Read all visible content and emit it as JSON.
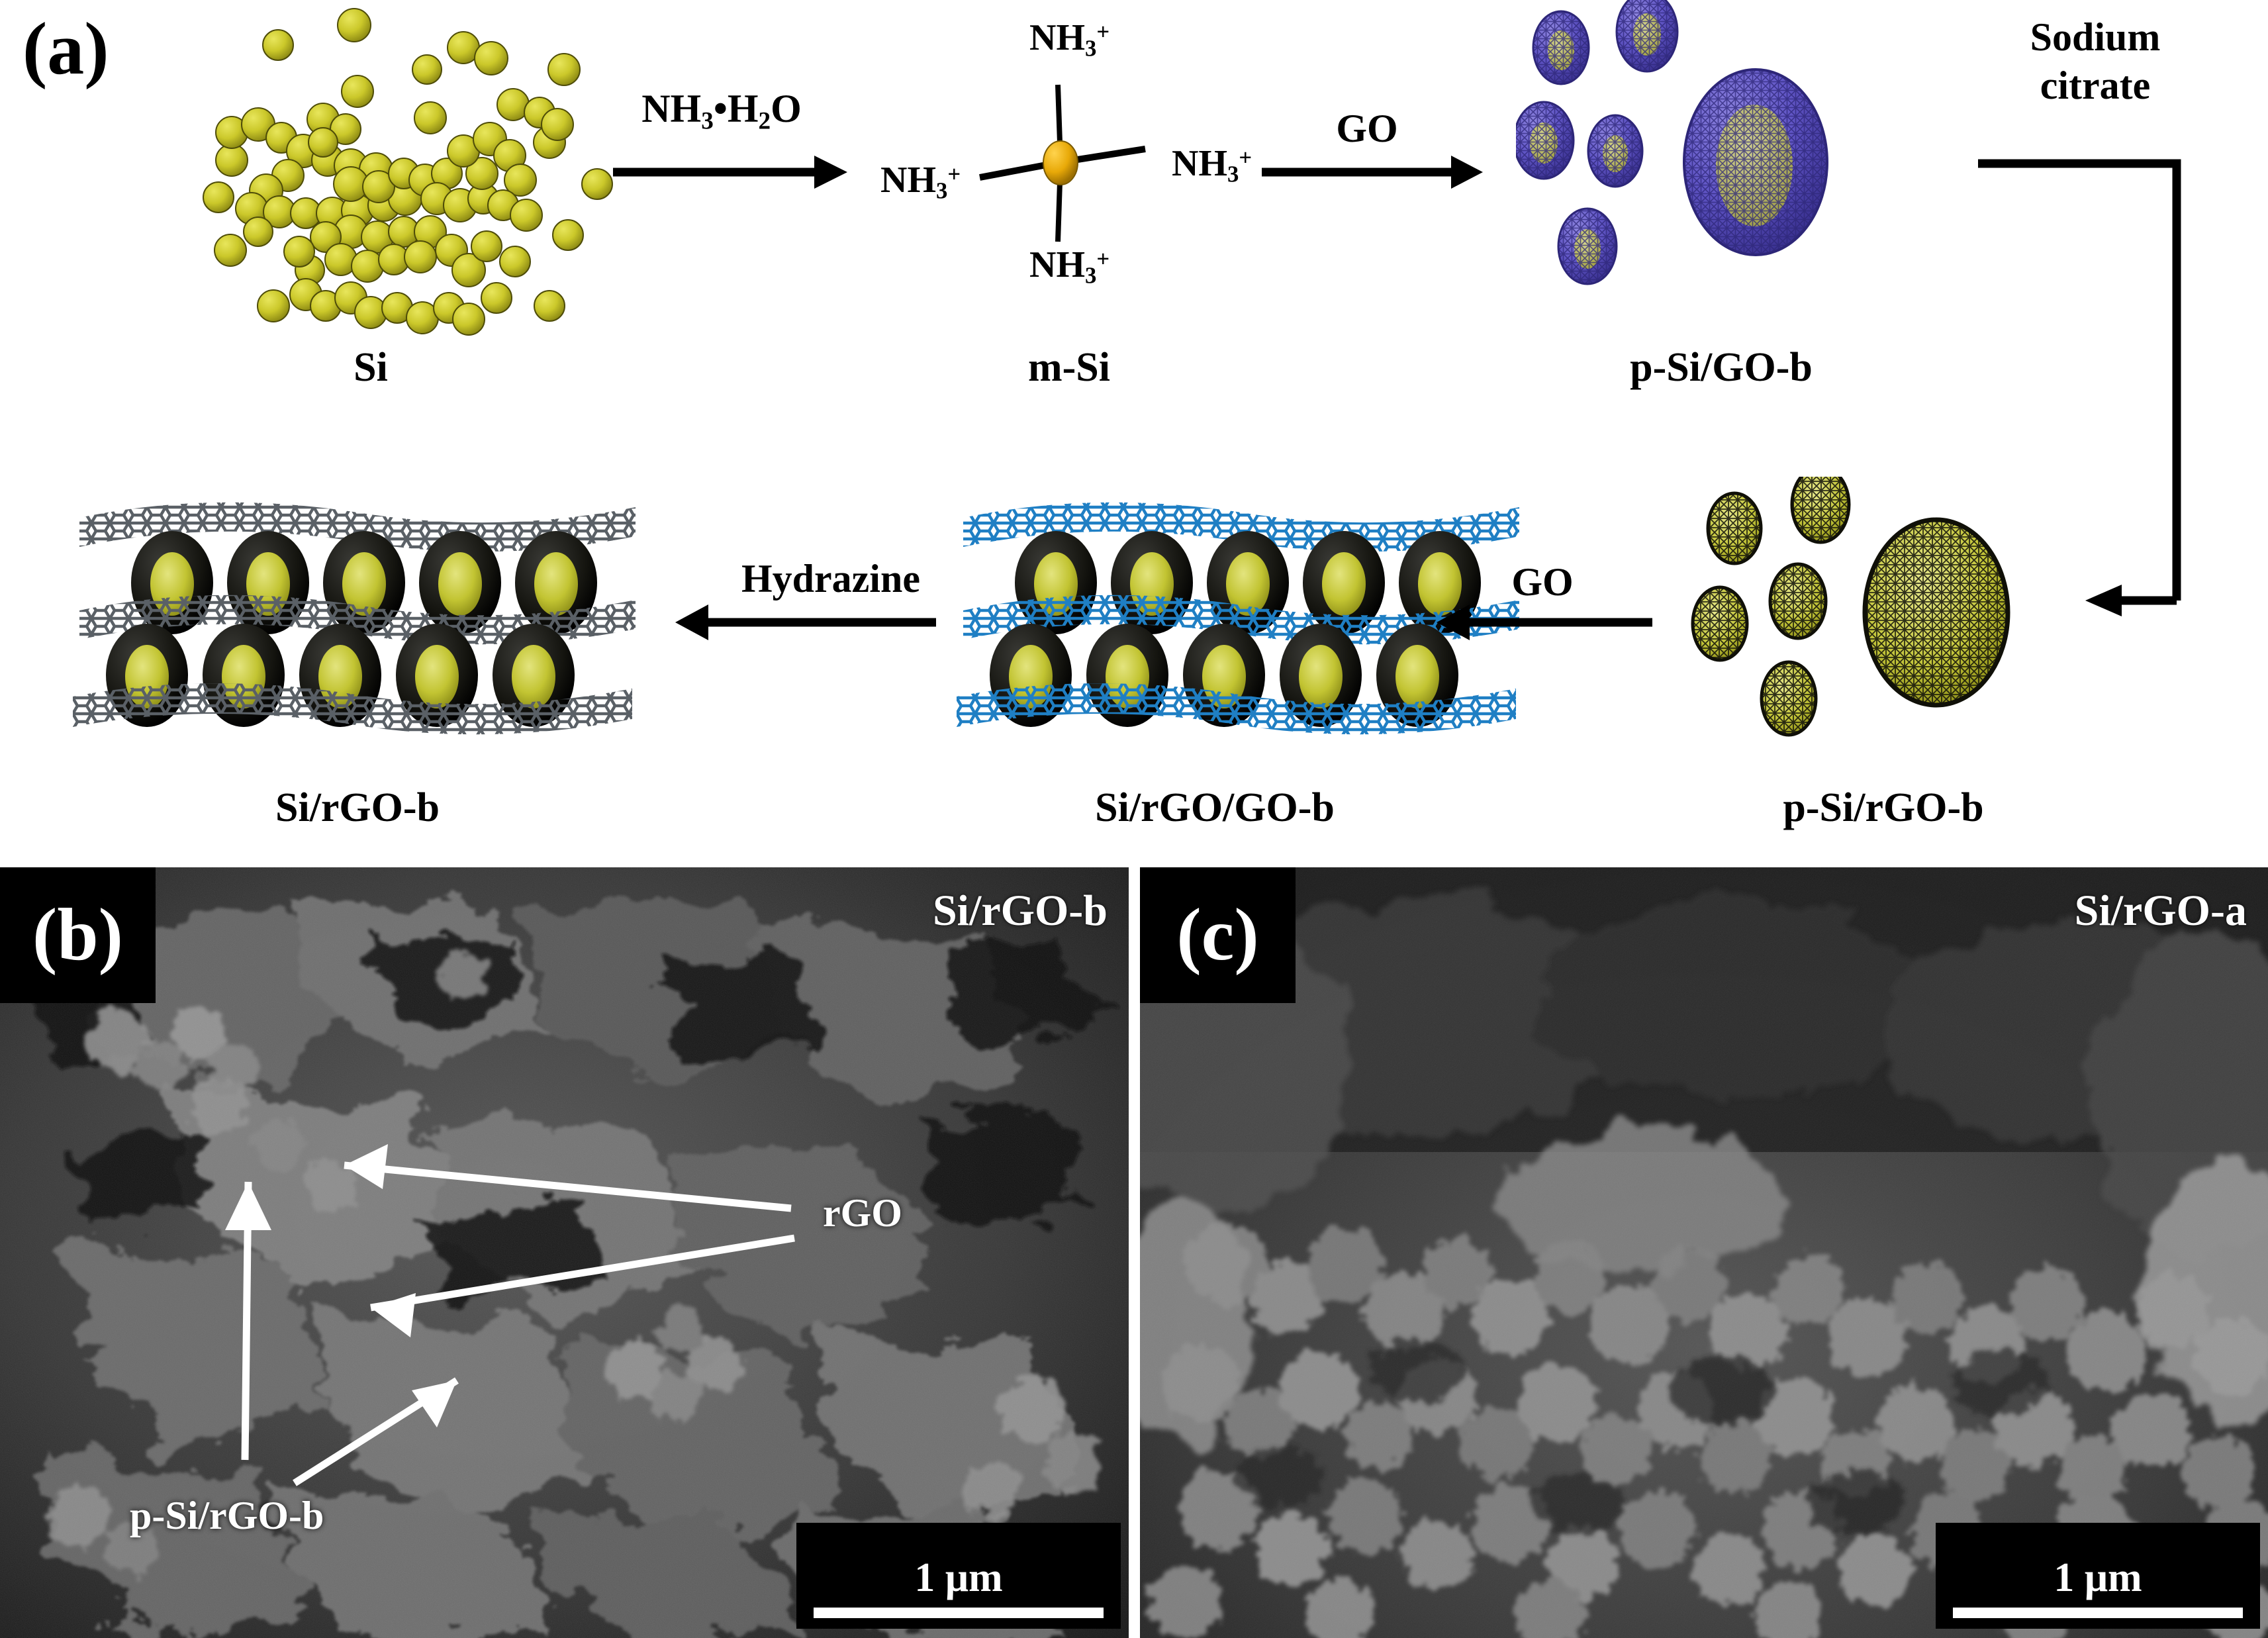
{
  "figure": {
    "panels": [
      {
        "tag": "(a)",
        "kind": "schematic"
      },
      {
        "tag": "(b)",
        "kind": "sem",
        "corner_label": "Si/rGO-b",
        "scalebar": "1 μm"
      },
      {
        "tag": "(c)",
        "kind": "sem",
        "corner_label": "Si/rGO-a",
        "scalebar": "1 μm"
      }
    ]
  },
  "schematic": {
    "row1": {
      "stages": [
        {
          "id": "si",
          "caption": "Si"
        },
        {
          "id": "m-si",
          "caption": "m-Si"
        },
        {
          "id": "p-si-go-b",
          "caption": "p-Si/GO-b"
        }
      ],
      "arrows": [
        {
          "id": "ammonia",
          "label_html": "NH<sub>3</sub>•H<sub>2</sub>O",
          "label_text": "NH3•H2O",
          "direction": "right"
        },
        {
          "id": "go-1",
          "label_html": "GO",
          "label_text": "GO",
          "direction": "right"
        }
      ],
      "corner_arrow": {
        "id": "sodium-citrate",
        "line1": "Sodium",
        "line2": "citrate"
      }
    },
    "row2": {
      "stages": [
        {
          "id": "si-rgo-b",
          "caption": "Si/rGO-b"
        },
        {
          "id": "si-rgo-go-b",
          "caption": "Si/rGO/GO-b"
        },
        {
          "id": "p-si-rgo-b",
          "caption": "p-Si/rGO-b"
        }
      ],
      "arrows": [
        {
          "id": "hydrazine",
          "label_html": "Hydrazine",
          "label_text": "Hydrazine",
          "direction": "left"
        },
        {
          "id": "go-2",
          "label_html": "GO",
          "label_text": "GO",
          "direction": "left"
        }
      ]
    },
    "m_si_ligands": [
      {
        "pos": "top",
        "html": "NH<sub>3</sub><sup>+</sup>",
        "text": "NH3+"
      },
      {
        "pos": "left",
        "html": "NH<sub>3</sub><sup>+</sup>",
        "text": "NH3+"
      },
      {
        "pos": "right",
        "html": "NH<sub>3</sub><sup>+</sup>",
        "text": "NH3+"
      },
      {
        "pos": "bottom",
        "html": "NH<sub>3</sub><sup>+</sup>",
        "text": "NH3+"
      }
    ]
  },
  "sem_b": {
    "tag": "(b)",
    "corner_label": "Si/rGO-b",
    "annotations": [
      {
        "id": "rgo",
        "text": "rGO",
        "arrows": 2
      },
      {
        "id": "p-si-rgo-b",
        "text": "p-Si/rGO-b",
        "arrows": 2
      }
    ],
    "scalebar": "1 μm"
  },
  "sem_c": {
    "tag": "(c)",
    "corner_label": "Si/rGO-a",
    "scalebar": "1 μm"
  },
  "colors": {
    "si_particle": "#c8c423",
    "si_particle_dark": "#8e8b14",
    "go_shell_purple": "#5a4fb8",
    "rgo_sheet_gray": "#5a6066",
    "go_sheet_blue": "#1f7fc4",
    "core_yellow": "#c9cc3a",
    "shell_black": "#101010",
    "arrow_black": "#000000",
    "sem_background": "#141414"
  }
}
